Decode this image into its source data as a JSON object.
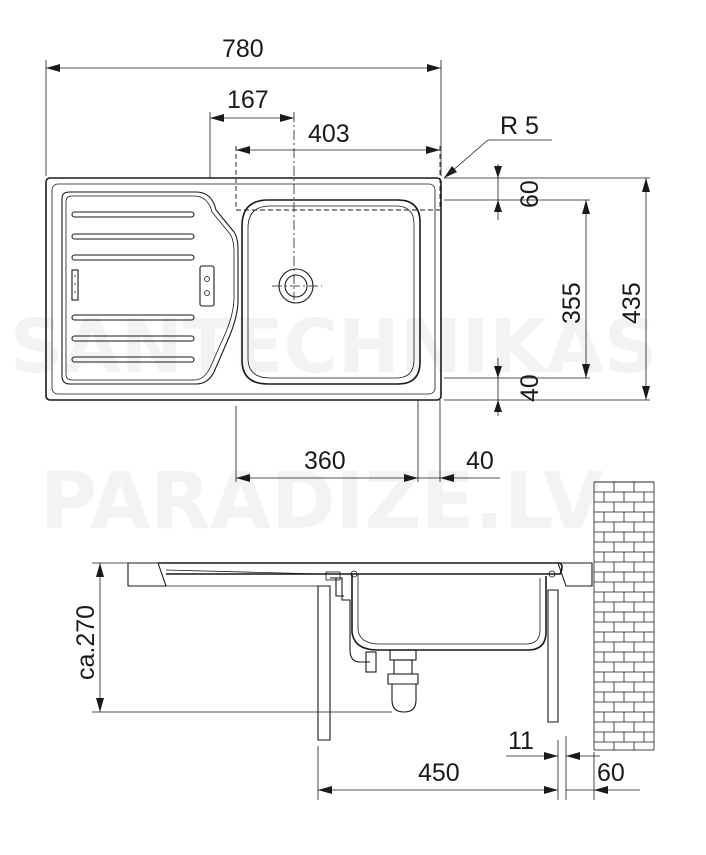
{
  "watermark": {
    "line1": "SANTECHNIKAS",
    "line2": "PARADIZE.LV"
  },
  "top_view": {
    "overall_width": "780",
    "drainer_offset": "167",
    "bowl_width": "403",
    "corner_radius": "R 5",
    "bowl_top_margin": "60",
    "bowl_depth": "355",
    "overall_depth": "435",
    "bowl_bottom_margin": "40",
    "bowl_inner_width": "360",
    "bowl_side_margin": "40"
  },
  "side_view": {
    "height": "ca.270",
    "cabinet_depth": "450",
    "wall_gap": "11",
    "wall_offset": "60"
  }
}
